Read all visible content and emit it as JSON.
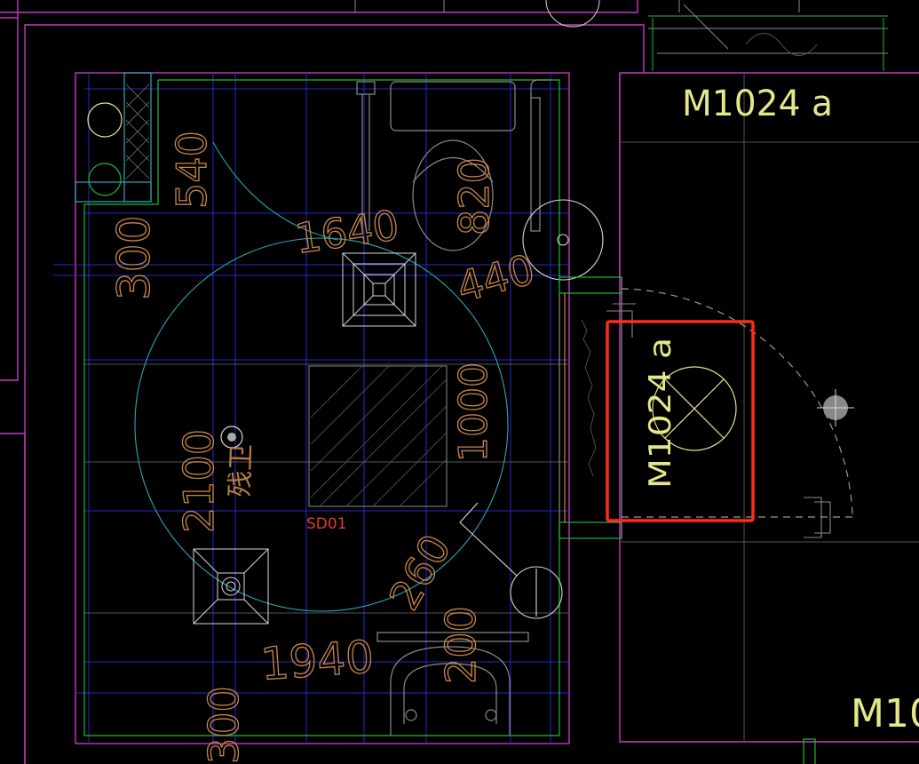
{
  "labels": {
    "door_top": "M1024 a",
    "door_highlighted": "M1024 a",
    "door_bottom_right": "M10",
    "dim_540": "540",
    "dim_300_left": "300",
    "dim_1640": "1640",
    "dim_820": "820",
    "dim_440": "440",
    "dim_1000": "1000",
    "dim_2100": "2100",
    "room_name": "残卫",
    "room_code": "SD01",
    "dim_260": "260",
    "dim_1940": "1940",
    "dim_300_bottom": "300",
    "dim_200_bottom": "200"
  },
  "colors": {
    "background": "#000000",
    "wall": "#c43ac4",
    "grid_blue": "#2b2bd6",
    "green_line": "#22b83a",
    "cyan_line": "#2aa8b8",
    "gray_line": "#8a8a8a",
    "fixture_white": "#d8d8d8",
    "dimension_orange": "#c8884a",
    "door_yellow": "#e6e68a",
    "highlight_red": "#ff2a1a",
    "room_code_red": "#e23b2b"
  },
  "highlight": {
    "target": "door_highlighted",
    "style": "red-rectangle"
  }
}
